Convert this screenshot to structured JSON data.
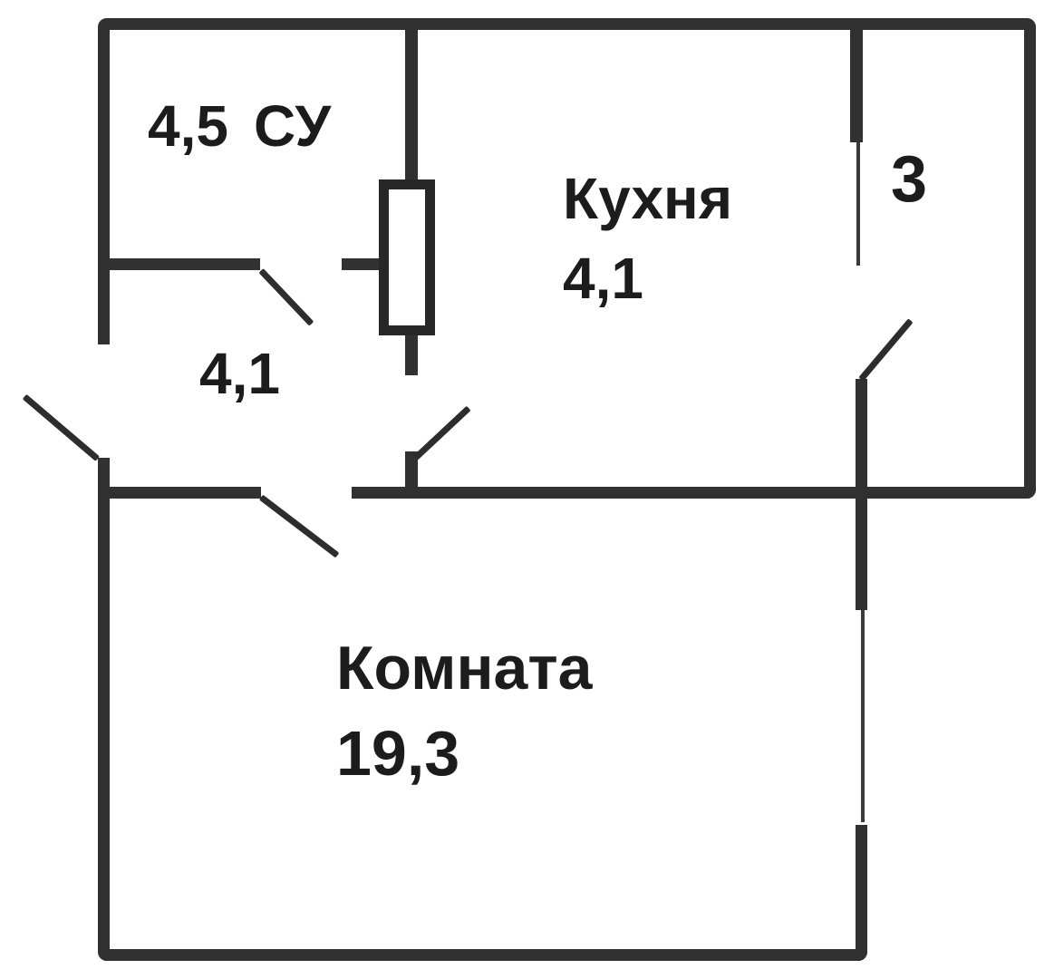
{
  "plan": {
    "type": "apartment-floor-plan",
    "colors": {
      "background": "#ffffff",
      "wall": "#313131",
      "text": "#1c1c1c"
    },
    "rooms": {
      "bathroom": {
        "area": "4,5",
        "name": "СУ"
      },
      "kitchen": {
        "name": "Кухня",
        "area": "4,1"
      },
      "balcony": {
        "area": "3"
      },
      "hallway": {
        "area": "4,1"
      },
      "living_room": {
        "name": "Комната",
        "area": "19,3"
      }
    }
  }
}
